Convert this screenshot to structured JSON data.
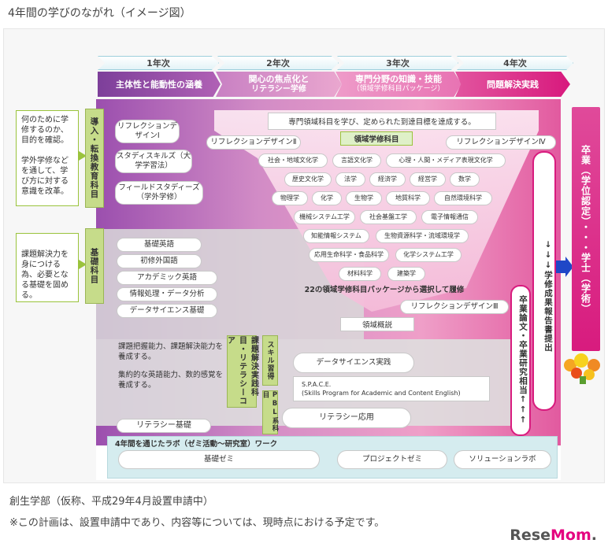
{
  "page_title": "4年間の学びのながれ（イメージ図）",
  "years": [
    "1年次",
    "2年次",
    "3年次",
    "4年次"
  ],
  "stages": [
    {
      "main": "主体性と能動性の涵養",
      "sub": ""
    },
    {
      "main": "関心の焦点化と",
      "sub": "リテラシー学修"
    },
    {
      "main": "専門分野の知識・技能",
      "sub": "（領域学修科目パッケージ）"
    },
    {
      "main": "問題解決実践",
      "sub": ""
    }
  ],
  "left_notes": {
    "intro": "何のために学修するのか、目的を確認。\n\n学外学修などを通して、学び方に対する意識を改革。",
    "basic": "課題解決力を身につける為、必要となる基礎を固める。"
  },
  "category_labels": {
    "intro": "導入・転換教育科目",
    "basic": "基礎科目",
    "core": "課題解決実践科目・リテラシーコア",
    "skill": "スキル習得",
    "pbl": "PBL系科目"
  },
  "intro_courses": [
    "リフレクションデザインⅠ",
    "スタディスキルズ（大学学習法）",
    "フィールドスタディーズ（学外学修）"
  ],
  "basic_courses": [
    "基礎英語",
    "初修外国語",
    "アカデミック英語",
    "情報処理・データ分析",
    "データサイエンス基礎"
  ],
  "domain": {
    "goal": "専門領域科目を学び、定められた到達目標を達成する。",
    "title": "領域学修科目",
    "reflection2": "リフレクションデザインⅡ",
    "reflection4": "リフレクションデザインⅣ",
    "reflection3": "リフレクションデザインⅢ",
    "overview": "領域概説",
    "packages_note": "22の領域学修科目パッケージから選択して履修",
    "subjects": [
      [
        "社会・地域文化学",
        "言語文化学",
        "心理・人間・メディア表現文化学"
      ],
      [
        "歴史文化学",
        "法学",
        "経済学",
        "経営学",
        "数学"
      ],
      [
        "物理学",
        "化学",
        "生物学",
        "地質科学",
        "自然環境科学"
      ],
      [
        "機械システム工学",
        "社会基盤工学",
        "電子情報通信"
      ],
      [
        "知能情報システム",
        "生物資源科学・流域環境学"
      ],
      [
        "応用生命科学・食品科学",
        "化学システム工学"
      ],
      [
        "材料科学",
        "建築学"
      ]
    ]
  },
  "core_notes": {
    "line1": "課題把握能力、課題解決能力を養成する。",
    "line2": "集約的な英語能力、数的感覚を養成する。"
  },
  "practice_courses": {
    "ds_practice": "データサイエンス実践",
    "space_1": "S.P.A.C.E.",
    "space_2": "(Skills Program for Academic and Content English)",
    "literacy_app": "リテラシー応用",
    "literacy_basic": "リテラシー基礎"
  },
  "lab": {
    "title": "4年間を通じたラボ（ゼミ活動～研究室）ワーク",
    "items": [
      "基礎ゼミ",
      "プロジェクトゼミ",
      "ソリューションラボ"
    ]
  },
  "right_side": {
    "report": "↓↓↓学修成果報告書提出",
    "thesis": "卒業論文・卒業研究相当↑↑↑",
    "graduation": "卒業（学位認定）・・・学士（学術）"
  },
  "footer": {
    "line1": "創生学部（仮称、平成29年4月設置申請中）",
    "line2": "※この計画は、設置申請中であり、内容等については、現時点における予定です。"
  },
  "logo": {
    "pre": "Rese",
    "hi": "Mom",
    "post": "."
  },
  "colors": {
    "purple": "#8e4aa6",
    "pink": "#e87db5",
    "magenta": "#d81b7e",
    "green": "#9ac33c",
    "blue_arrow": "#1f47c7",
    "lab_bg": "#d5ecef"
  }
}
